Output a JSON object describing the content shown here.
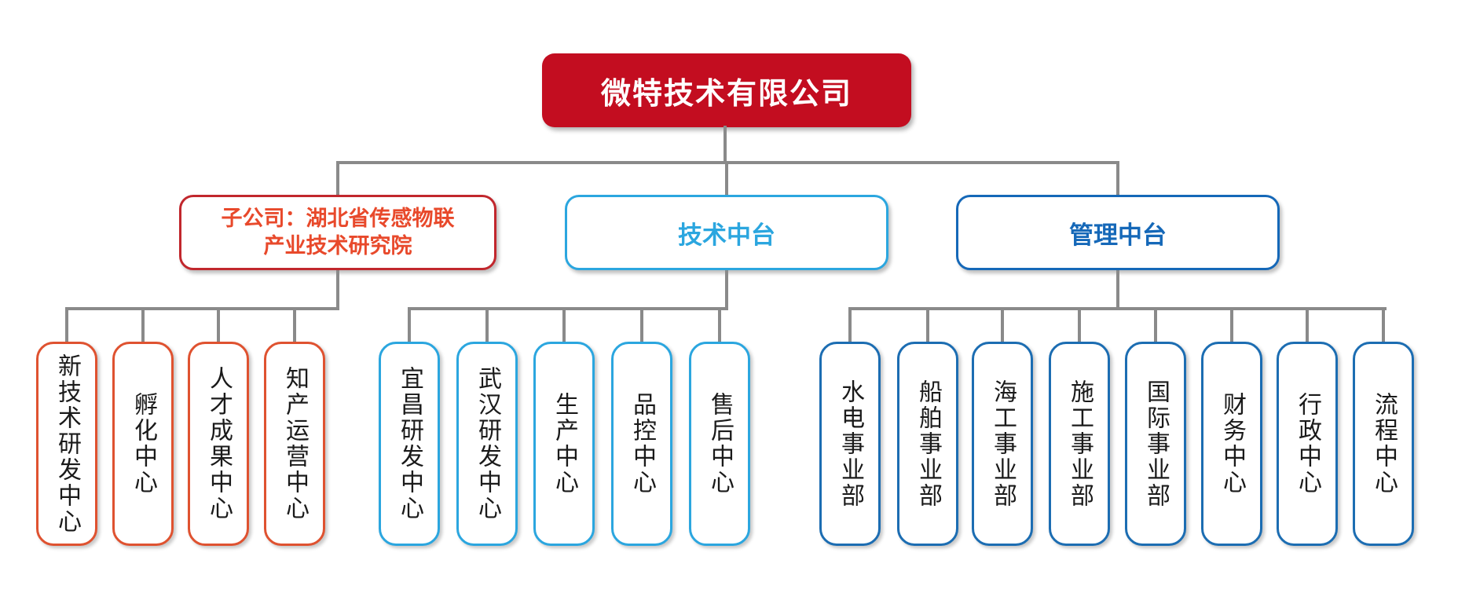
{
  "org": {
    "root": {
      "label": "微特技术有限公司"
    },
    "groups": [
      {
        "name": "subsidiary",
        "label_lines": [
          "子公司：湖北省传感物联",
          "产业技术研究院"
        ],
        "theme": "red",
        "children": [
          "新技术研发中心",
          "孵化中心",
          "人才成果中心",
          "知产运营中心"
        ]
      },
      {
        "name": "tech-platform",
        "label_lines": [
          "技术中台"
        ],
        "theme": "cyan",
        "children": [
          "宜昌研发中心",
          "武汉研发中心",
          "生产中心",
          "品控中心",
          "售后中心"
        ]
      },
      {
        "name": "management-platform",
        "label_lines": [
          "管理中台"
        ],
        "theme": "blue",
        "children": [
          "水电事业部",
          "船舶事业部",
          "海工事业部",
          "施工事业部",
          "国际事业部",
          "财务中心",
          "行政中心",
          "流程中心"
        ]
      }
    ],
    "colors": {
      "root_fill": "#C30D20",
      "root_text": "#FFFFFF",
      "connector": "#8A8A8A",
      "red_border": "#C1272D",
      "red_text": "#E8492B",
      "red_child_border": "#DF5230",
      "cyan": "#2BA6DF",
      "blue": "#1568B8",
      "blue_child_border": "#1C6DB2",
      "child_text": "#1A1A1A"
    }
  }
}
